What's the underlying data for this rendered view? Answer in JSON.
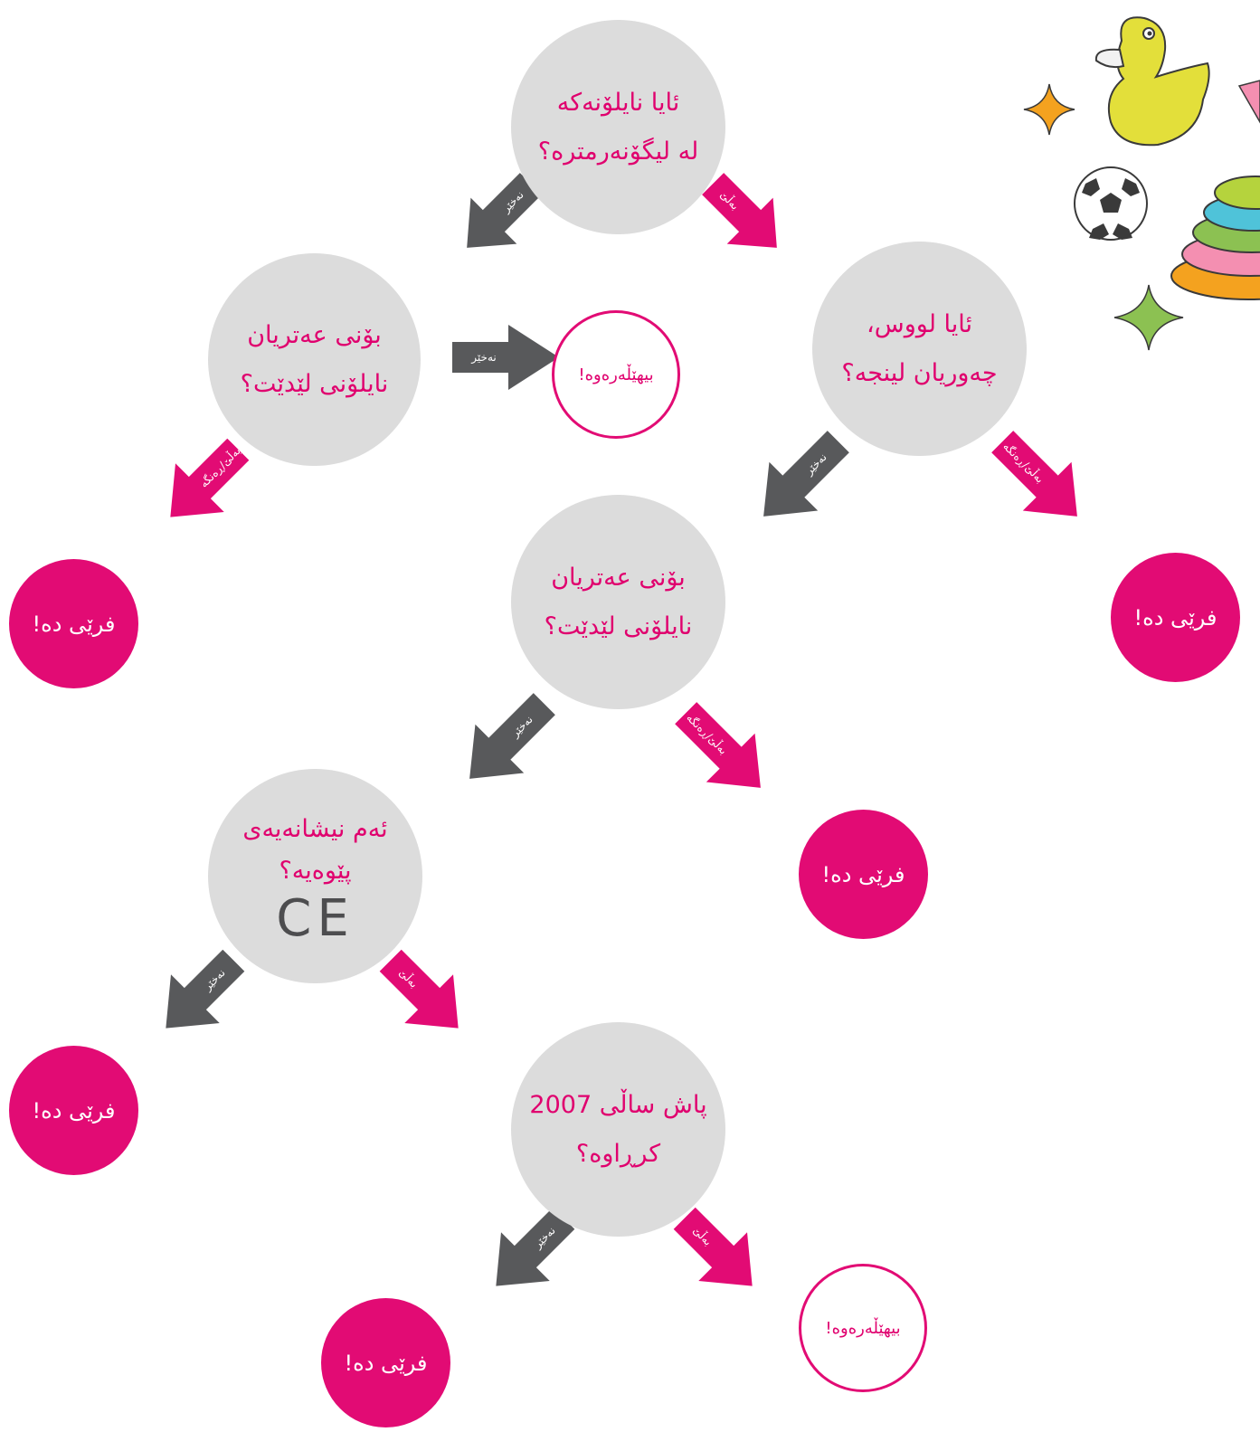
{
  "colors": {
    "question_fill": "#dcdcdc",
    "accent": "#e20b74",
    "no_arrow": "#58595b",
    "text": "#e0006e"
  },
  "questions": {
    "q1": {
      "line1": "ئایا نایلۆنەکە",
      "line2": "لە لیگۆنەرمترە؟"
    },
    "q2": {
      "line1": "بۆنی عەتریان",
      "line2": "نایلۆنی لێدێت؟"
    },
    "q3": {
      "line1": "ئایا لووس،",
      "line2": "چەوریان لینجە؟"
    },
    "q4": {
      "line1": "بۆنی عەتریان",
      "line2": "نایلۆنی لێدێت؟"
    },
    "q5": {
      "line1": "ئەم نیشانەیەی",
      "line2": "پێوەیە؟",
      "mark": "CE"
    },
    "q6": {
      "line1": "پاش ساڵی 2007",
      "line2": "کرڕاوە؟"
    }
  },
  "outcomes": {
    "discard": "فرێی دە!",
    "keep": "بیهێڵەرەوە!"
  },
  "arrow_labels": {
    "yes": "بەڵێ",
    "no": "نەخێر",
    "yes_somewhat": "بەڵێ/ڕەنگە"
  },
  "icons": [
    "rubber-duck-icon",
    "soccer-ball-icon",
    "stacking-rings-icon",
    "sparkle-icon"
  ]
}
